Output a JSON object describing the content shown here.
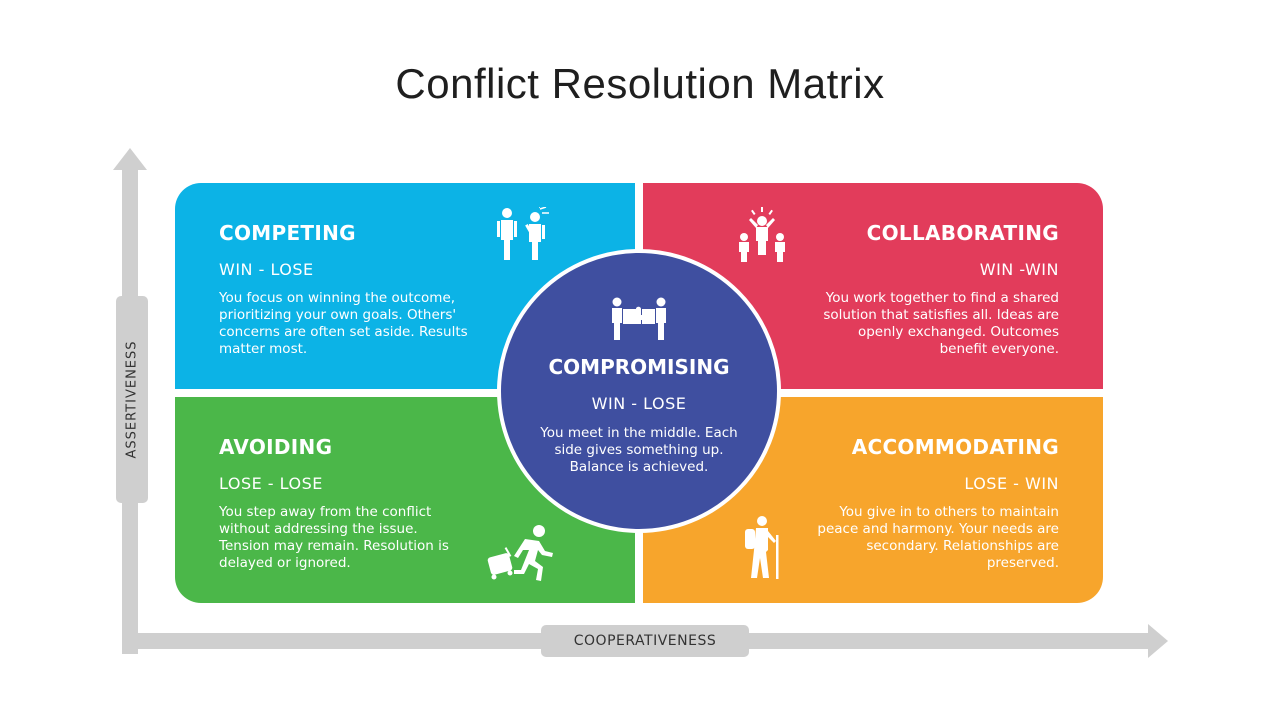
{
  "title": "Conflict Resolution Matrix",
  "axes": {
    "vertical_label": "ASSERTIVENESS",
    "horizontal_label": "COOPERATIVENESS",
    "color": "#cfcfcf"
  },
  "quadrants": {
    "competing": {
      "heading": "COMPETING",
      "outcome": "WIN - LOSE",
      "description": "You focus on winning the outcome, prioritizing your own goals. Others' concerns are often set aside. Results matter most.",
      "color": "#0cb3e6",
      "icon": "arguing-people-icon"
    },
    "collaborating": {
      "heading": "COLLABORATING",
      "outcome": "WIN -WIN",
      "description": "You work together to find a shared solution that satisfies all. Ideas are openly exchanged. Outcomes benefit everyone.",
      "color": "#e23c5b",
      "icon": "group-celebration-icon"
    },
    "avoiding": {
      "heading": "AVOIDING",
      "outcome": "LOSE - LOSE",
      "description": "You step away from the conflict without addressing the issue. Tension may remain. Resolution is delayed or ignored.",
      "color": "#4bb749",
      "icon": "running-away-icon"
    },
    "accommodating": {
      "heading": "ACCOMMODATING",
      "outcome": "LOSE - WIN",
      "description": "You give in to others to maintain peace and harmony. Your needs are secondary. Relationships are preserved.",
      "color": "#f7a52c",
      "icon": "hiker-icon"
    }
  },
  "center": {
    "heading": "COMPROMISING",
    "outcome": "WIN - LOSE",
    "description": "You meet in the middle. Each side gives something up. Balance is achieved.",
    "color": "#3f4fa0",
    "icon": "puzzle-handshake-icon"
  }
}
